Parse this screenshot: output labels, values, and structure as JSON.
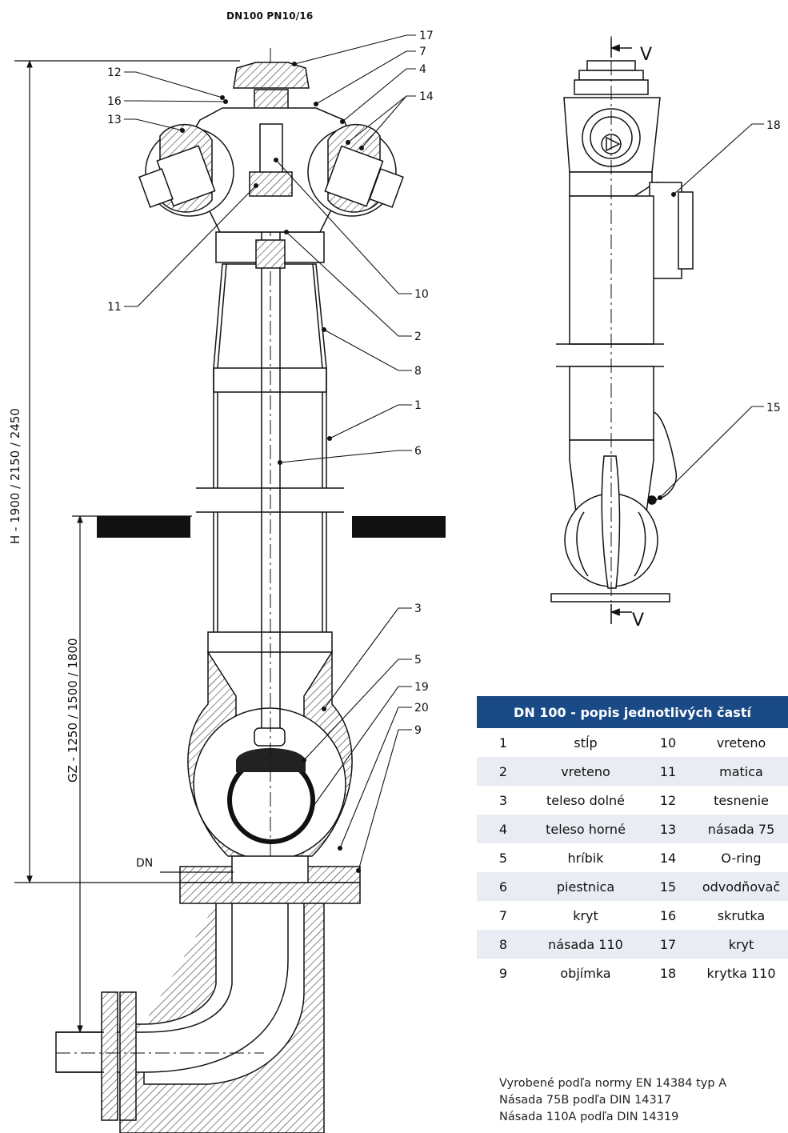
{
  "title": "DN100 PN10/16",
  "dimensions": {
    "height_label": "H - 1900 / 2150 / 2450",
    "depth_label": "GZ - 1250 / 1500 / 1800",
    "dn_label": "DN"
  },
  "section_marks": {
    "top": "V",
    "bottom": "V"
  },
  "callouts": {
    "c17": "17",
    "c7": "7",
    "c4": "4",
    "c14": "14",
    "c12": "12",
    "c16": "16",
    "c13": "13",
    "c11": "11",
    "c10": "10",
    "c2": "2",
    "c8": "8",
    "c1": "1",
    "c6": "6",
    "c3": "3",
    "c5": "5",
    "c19": "19",
    "c20": "20",
    "c9": "9",
    "c18": "18",
    "c15": "15"
  },
  "parts_table": {
    "header": "DN 100 - popis jednotlivých častí",
    "rows": [
      {
        "n1": "1",
        "p1": "stĺp",
        "n2": "10",
        "p2": "vreteno"
      },
      {
        "n1": "2",
        "p1": "vreteno",
        "n2": "11",
        "p2": "matica"
      },
      {
        "n1": "3",
        "p1": "teleso dolné",
        "n2": "12",
        "p2": "tesnenie"
      },
      {
        "n1": "4",
        "p1": "teleso horné",
        "n2": "13",
        "p2": "násada 75"
      },
      {
        "n1": "5",
        "p1": "hríbik",
        "n2": "14",
        "p2": "O-ring"
      },
      {
        "n1": "6",
        "p1": "piestnica",
        "n2": "15",
        "p2": "odvodňovač"
      },
      {
        "n1": "7",
        "p1": "kryt",
        "n2": "16",
        "p2": "skrutka"
      },
      {
        "n1": "8",
        "p1": "násada 110",
        "n2": "17",
        "p2": "kryt"
      },
      {
        "n1": "9",
        "p1": "objímka",
        "n2": "18",
        "p2": "krytka 110"
      }
    ]
  },
  "notes": [
    "Vyrobené podľa normy EN 14384 typ A",
    "Násada 75B podľa DIN 14317",
    "Násada 110A podľa DIN 14319"
  ]
}
